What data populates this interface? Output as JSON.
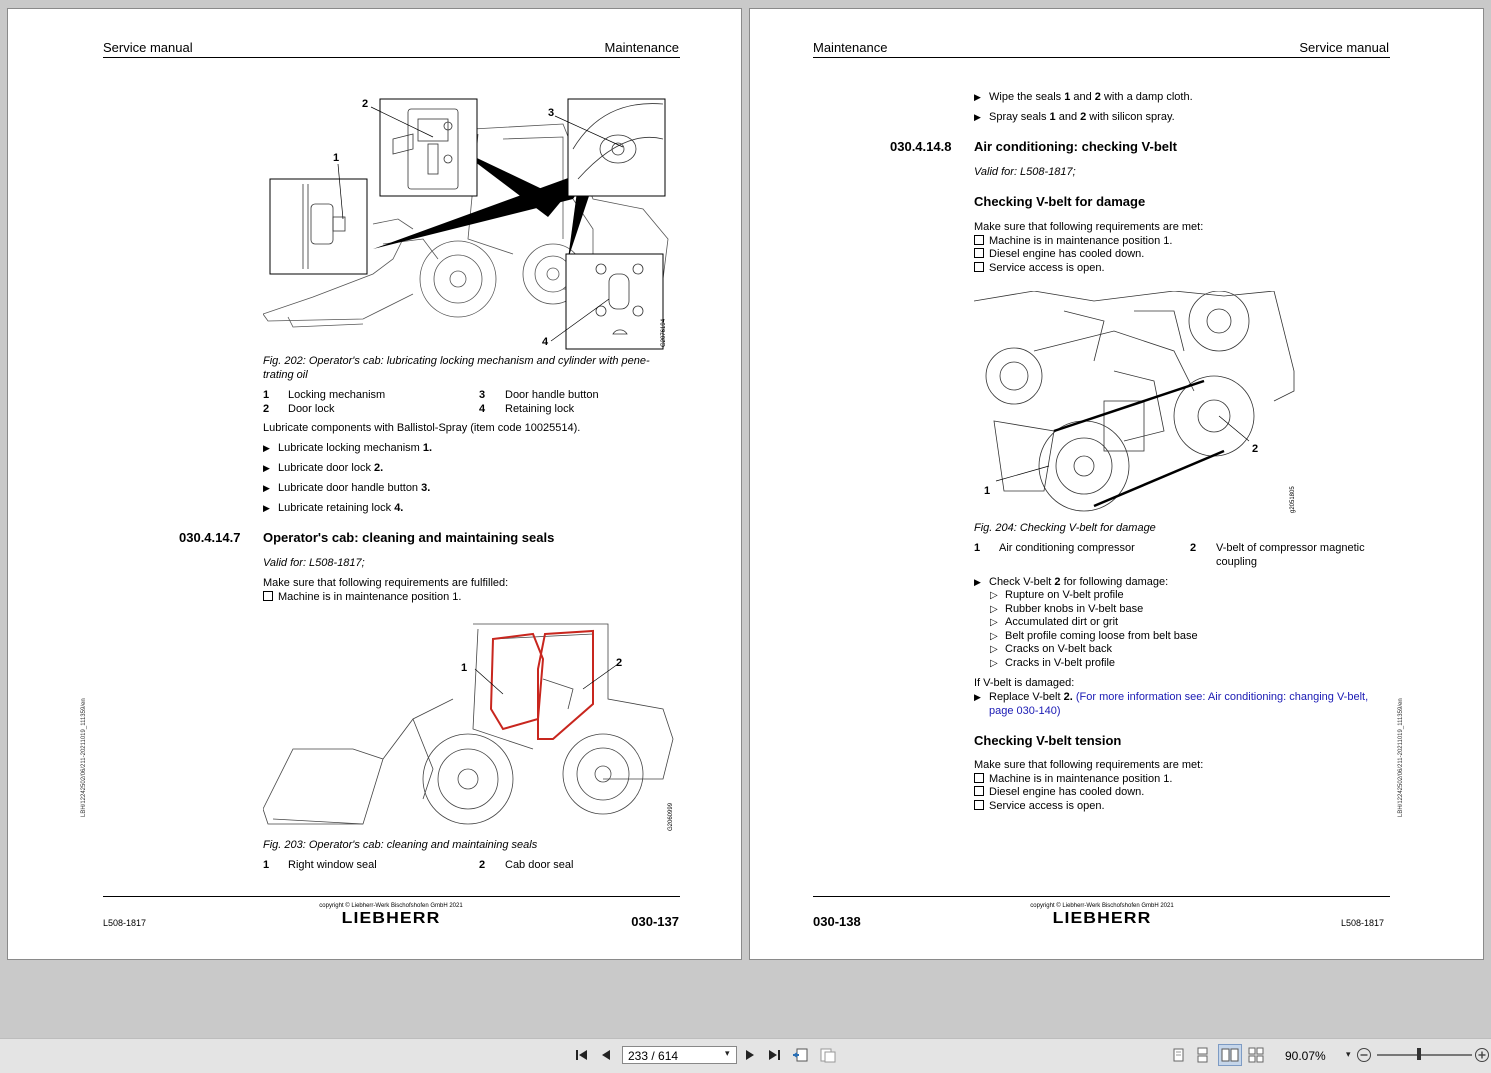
{
  "left_page": {
    "header_left": "Service manual",
    "header_right": "Maintenance",
    "fig202": {
      "callouts": [
        "1",
        "2",
        "3",
        "4"
      ],
      "image_code": "G2076194",
      "caption": "Fig. 202: Operator's cab: lubricating locking mechanism and cylinder with pene-",
      "caption2": "trating oil",
      "legend": [
        {
          "num": "1",
          "label": "Locking mechanism"
        },
        {
          "num": "2",
          "label": "Door lock"
        },
        {
          "num": "3",
          "label": "Door handle button"
        },
        {
          "num": "4",
          "label": "Retaining lock"
        }
      ]
    },
    "lubricate_intro": "Lubricate components with Ballistol-Spray (item code 10025514).",
    "steps": [
      {
        "text": "Lubricate locking mechanism ",
        "num": "1."
      },
      {
        "text": "Lubricate door lock ",
        "num": "2."
      },
      {
        "text": "Lubricate door handle button ",
        "num": "3."
      },
      {
        "text": "Lubricate retaining lock ",
        "num": "4."
      }
    ],
    "section_num": "030.4.14.7",
    "section_title": "Operator's cab: cleaning and maintaining seals",
    "valid_for": "Valid for: L508-1817;",
    "requirements_intro": "Make sure that following requirements are fulfilled:",
    "requirements": [
      "Machine is in maintenance position 1."
    ],
    "fig203": {
      "callouts": [
        "1",
        "2"
      ],
      "image_code": "G2060999",
      "caption": "Fig. 203: Operator's cab: cleaning and maintaining seals",
      "legend": [
        {
          "num": "1",
          "label": "Right window seal"
        },
        {
          "num": "2",
          "label": "Cab door seal"
        }
      ]
    },
    "side_text": "LBH/12242502/06/211-20211019_111359/en",
    "copyright": "copyright © Liebherr-Werk Bischofshofen GmbH 2021",
    "logo": "LIEBHERR",
    "footer_model": "L508-1817",
    "page_number": "030-137"
  },
  "right_page": {
    "header_left": "Maintenance",
    "header_right": "Service manual",
    "top_steps": [
      {
        "pre": "Wipe the seals ",
        "b1": "1",
        "mid": " and ",
        "b2": "2",
        "post": " with a damp cloth."
      },
      {
        "pre": "Spray seals ",
        "b1": "1",
        "mid": " and ",
        "b2": "2",
        "post": " with silicon spray."
      }
    ],
    "section_num": "030.4.14.8",
    "section_title": "Air conditioning: checking V-belt",
    "valid_for": "Valid for: L508-1817;",
    "sub1_title": "Checking V-belt for damage",
    "req_intro": "Make sure that following requirements are met:",
    "requirements": [
      "Machine is in maintenance position 1.",
      "Diesel engine has cooled down.",
      "Service access is open."
    ],
    "fig204": {
      "callouts": [
        "1",
        "2"
      ],
      "image_code": "g2051805",
      "caption": "Fig. 204: Checking V-belt for damage",
      "legend": [
        {
          "num": "1",
          "label": "Air conditioning compressor"
        },
        {
          "num": "2",
          "label": "V-belt of compressor magnetic"
        },
        {
          "num": "",
          "label": "coupling"
        }
      ]
    },
    "check_step_pre": "Check V-belt ",
    "check_step_num": "2",
    "check_step_post": " for following damage:",
    "damage_list": [
      "Rupture on V-belt profile",
      "Rubber knobs in V-belt base",
      "Accumulated dirt or grit",
      "Belt profile coming loose from belt base",
      "Cracks on V-belt back",
      "Cracks in V-belt profile"
    ],
    "if_damaged": "If V-belt is damaged:",
    "replace_pre": "Replace V-belt ",
    "replace_num": "2.",
    "replace_link": "(For more information see: Air conditioning: changing V-belt,",
    "replace_link2": "page 030-140)",
    "sub2_title": "Checking V-belt tension",
    "req_intro2": "Make sure that following requirements are met:",
    "requirements2": [
      "Machine is in maintenance position 1.",
      "Diesel engine has cooled down.",
      "Service access is open."
    ],
    "side_text": "LBH/12242502/06/211-20211019_111359/en",
    "copyright": "copyright © Liebherr-Werk Bischofshofen GmbH 2021",
    "logo": "LIEBHERR",
    "footer_model": "L508-1817",
    "page_number": "030-138"
  },
  "toolbar": {
    "page_field": "233 / 614",
    "zoom": "90.07%"
  }
}
